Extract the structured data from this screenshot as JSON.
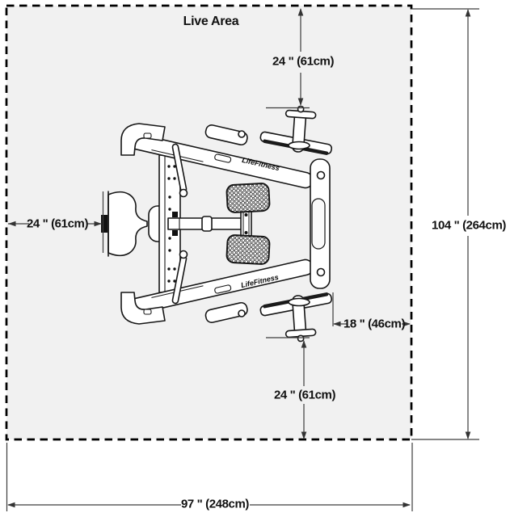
{
  "diagram": {
    "type": "equipment-footprint-clearance-diagram",
    "labels": {
      "live_area": "Live Area",
      "dim_top_clearance": "24 \" (61cm)",
      "dim_left_clearance": "24 \" (61cm)",
      "dim_bottom_clearance": "24 \" (61cm)",
      "dim_total_depth": "104  \" (264cm)",
      "dim_foot_clearance": "18 \" (46cm)",
      "dim_total_width": "97 \" (248cm)",
      "machine_logo": "LifeFitness"
    },
    "colors": {
      "background": "#ffffff",
      "live_area_fill": "#f1f1f1",
      "outline": "#1a1a1a",
      "dimension_line": "#3d3d3d",
      "text": "#111111"
    }
  }
}
